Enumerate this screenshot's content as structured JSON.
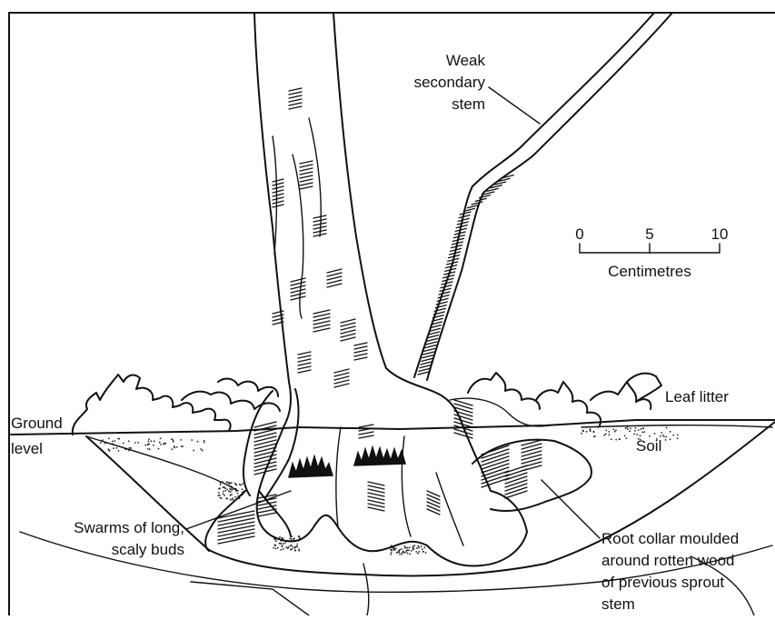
{
  "labels": {
    "weak_stem": [
      "Weak",
      "secondary",
      "stem"
    ],
    "leaf_litter": "Leaf litter",
    "ground_level": [
      "Ground",
      "level"
    ],
    "soil": "Soil",
    "buds": [
      "Swarms of long,",
      "scaly buds"
    ],
    "root_collar": [
      "Root collar moulded",
      "around rotten wood",
      "of previous sprout",
      "stem"
    ]
  },
  "scale_bar": {
    "ticks": [
      "0",
      "5",
      "10"
    ],
    "unit": "Centimetres"
  }
}
